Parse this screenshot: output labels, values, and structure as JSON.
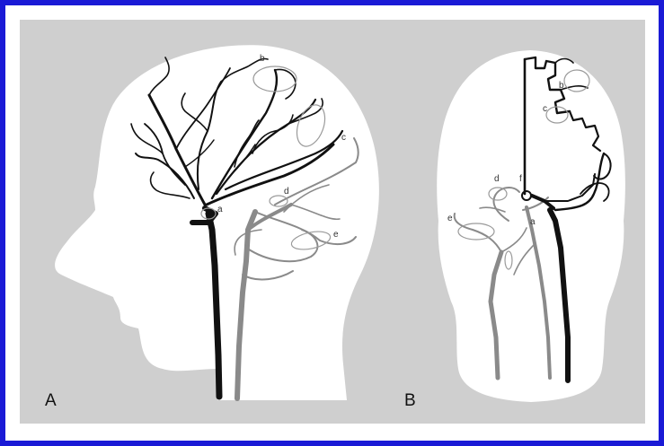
{
  "colors": {
    "frame_border": "#1a1ad6",
    "background_gray": "#cfcfcf",
    "head_silhouette": "#ffffff",
    "vessel_black": "#111111",
    "vessel_gray": "#8a8a8a",
    "outline_gray": "#9a9a9a"
  },
  "panels": {
    "A": {
      "letter": "A",
      "markers": {
        "a": "a",
        "b": "b",
        "c": "c",
        "d": "d",
        "e": "e"
      }
    },
    "B": {
      "letter": "B",
      "markers": {
        "a": "a",
        "b": "b",
        "c": "c",
        "d": "d",
        "e": "e",
        "f": "f"
      }
    }
  }
}
